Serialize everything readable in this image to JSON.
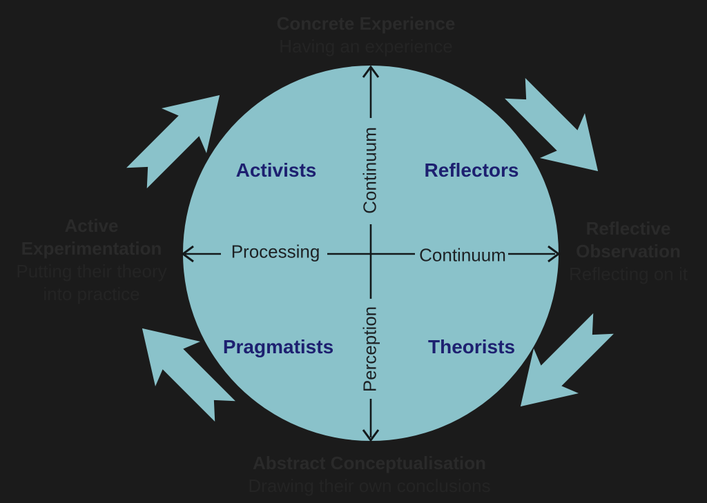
{
  "colors": {
    "background": "#1b1b1b",
    "circle": "#8ac2ca",
    "quadrant_text": "#1d2070",
    "axis": "#13181a",
    "axis_text": "#1d2124",
    "outer_title": "#2a2a2a",
    "outer_subtitle": "#242424"
  },
  "circle": {
    "quadrants": {
      "top_left": "Activists",
      "top_right": "Reflectors",
      "bottom_left": "Pragmatists",
      "bottom_right": "Theorists"
    },
    "axes": {
      "horizontal_left": "Processing",
      "horizontal_right": "Continuum",
      "vertical_top": "Continuum",
      "vertical_bottom": "Perception"
    }
  },
  "outer_labels": {
    "top": {
      "title": "Concrete Experience",
      "subtitle": "Having an experience"
    },
    "right": {
      "title": "Reflective Observation",
      "subtitle": "Reflecting on it"
    },
    "bottom": {
      "title": "Abstract Conceptualisation",
      "subtitle": "Drawing their own conclusions"
    },
    "left": {
      "title": "Active Experimentation",
      "subtitle": "Putting their theory into practice"
    }
  }
}
